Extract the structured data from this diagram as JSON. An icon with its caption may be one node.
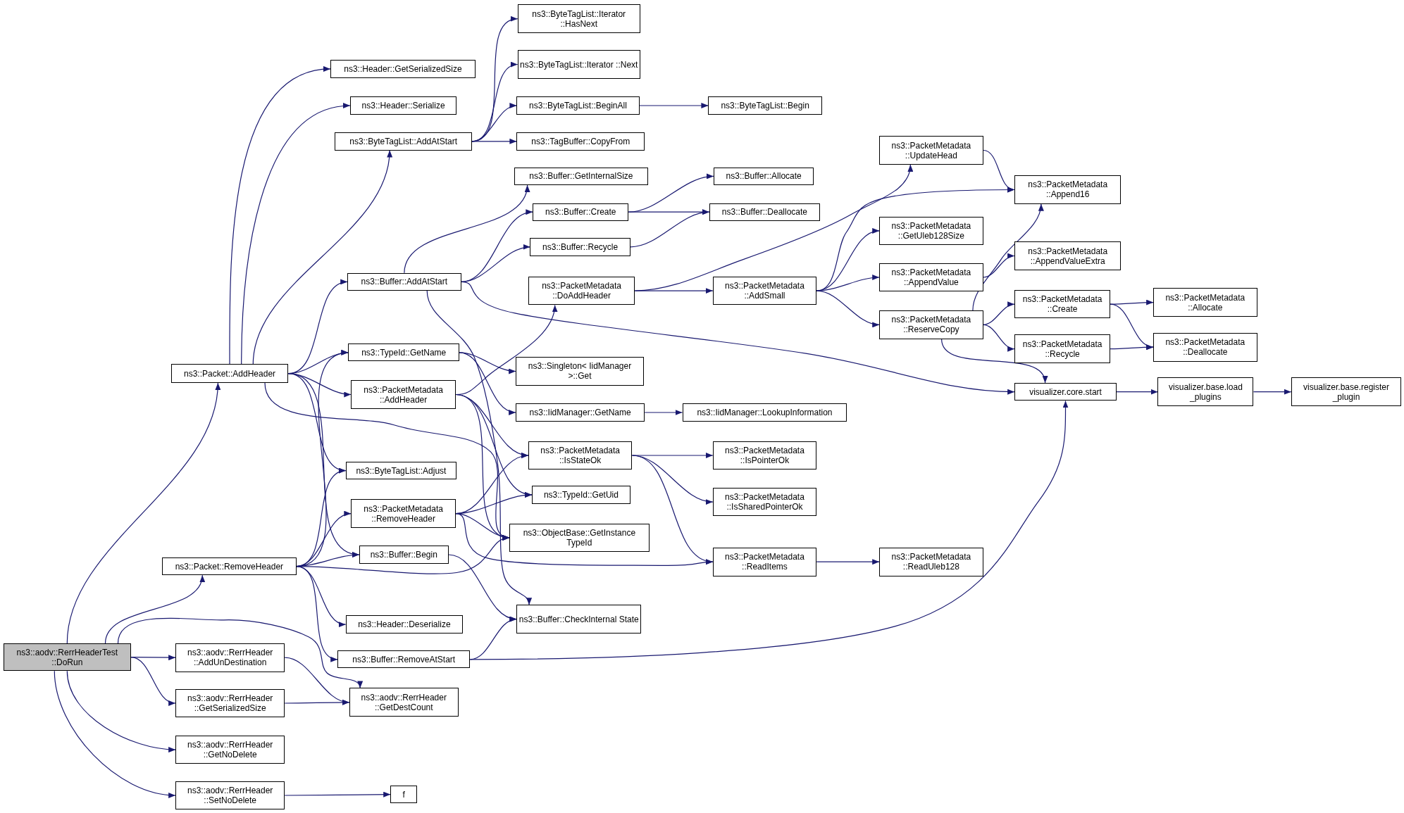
{
  "diagram": {
    "nodes": [
      {
        "text": [
          "ns3::aodv::RerrHeaderTest ::DoRun"
        ]
      },
      {
        "text": [
          "ns3::Packet::AddHeader"
        ]
      },
      {
        "text": [
          "ns3::Header::GetSerializedSize"
        ]
      },
      {
        "text": [
          "ns3::Header::Serialize"
        ]
      },
      {
        "text": [
          "ns3::ByteTagList::AddAtStart"
        ]
      },
      {
        "text": [
          "ns3::ByteTagList::Iterator ::HasNext"
        ]
      },
      {
        "text": [
          "ns3::ByteTagList::Iterator ::Next"
        ]
      },
      {
        "text": [
          "ns3::ByteTagList::BeginAll"
        ]
      },
      {
        "text": [
          "ns3::ByteTagList::Begin"
        ]
      },
      {
        "text": [
          "ns3::TagBuffer::CopyFrom"
        ]
      },
      {
        "text": [
          "ns3::Buffer::GetInternalSize"
        ]
      },
      {
        "text": [
          "ns3::Buffer::Allocate"
        ]
      },
      {
        "text": [
          "ns3::Buffer::Create"
        ]
      },
      {
        "text": [
          "ns3::Buffer::Deallocate"
        ]
      },
      {
        "text": [
          "ns3::Buffer::Recycle"
        ]
      },
      {
        "text": [
          "ns3::Buffer::AddAtStart"
        ]
      },
      {
        "text": [
          "ns3::PacketMetadata ::DoAddHeader"
        ]
      },
      {
        "text": [
          "ns3::PacketMetadata ::UpdateHead"
        ]
      },
      {
        "text": [
          "ns3::PacketMetadata ::Append16"
        ]
      },
      {
        "text": [
          "ns3::PacketMetadata ::GetUleb128Size"
        ]
      },
      {
        "text": [
          "ns3::PacketMetadata ::AppendValueExtra"
        ]
      },
      {
        "text": [
          "ns3::PacketMetadata ::AddSmall"
        ]
      },
      {
        "text": [
          "ns3::PacketMetadata ::AppendValue"
        ]
      },
      {
        "text": [
          "ns3::PacketMetadata ::ReserveCopy"
        ]
      },
      {
        "text": [
          "ns3::PacketMetadata ::Create"
        ]
      },
      {
        "text": [
          "ns3::PacketMetadata ::Allocate"
        ]
      },
      {
        "text": [
          "ns3::PacketMetadata ::Recycle"
        ]
      },
      {
        "text": [
          "ns3::PacketMetadata ::Deallocate"
        ]
      },
      {
        "text": [
          "visualizer.core.start"
        ]
      },
      {
        "text": [
          "visualizer.base.load _plugins"
        ]
      },
      {
        "text": [
          "visualizer.base.register _plugin"
        ]
      },
      {
        "text": [
          "ns3::TypeId::GetName"
        ]
      },
      {
        "text": [
          "ns3::Singleton< IidManager >::Get"
        ]
      },
      {
        "text": [
          "ns3::PacketMetadata ::AddHeader"
        ]
      },
      {
        "text": [
          "ns3::IidManager::GetName"
        ]
      },
      {
        "text": [
          "ns3::IidManager::LookupInformation"
        ]
      },
      {
        "text": [
          "ns3::PacketMetadata ::IsStateOk"
        ]
      },
      {
        "text": [
          "ns3::PacketMetadata ::IsPointerOk"
        ]
      },
      {
        "text": [
          "ns3::PacketMetadata ::IsSharedPointerOk"
        ]
      },
      {
        "text": [
          "ns3::ByteTagList::Adjust"
        ]
      },
      {
        "text": [
          "ns3::PacketMetadata ::RemoveHeader"
        ]
      },
      {
        "text": [
          "ns3::TypeId::GetUid"
        ]
      },
      {
        "text": [
          "ns3::ObjectBase::GetInstance TypeId"
        ]
      },
      {
        "text": [
          "ns3::Packet::RemoveHeader"
        ]
      },
      {
        "text": [
          "ns3::Buffer::Begin"
        ]
      },
      {
        "text": [
          "ns3::PacketMetadata ::ReadItems"
        ]
      },
      {
        "text": [
          "ns3::PacketMetadata ::ReadUleb128"
        ]
      },
      {
        "text": [
          "ns3::Header::Deserialize"
        ]
      },
      {
        "text": [
          "ns3::Buffer::CheckInternal State"
        ]
      },
      {
        "text": [
          "ns3::Buffer::RemoveAtStart"
        ]
      },
      {
        "text": [
          "ns3::aodv::RerrHeader ::AddUnDestination"
        ]
      },
      {
        "text": [
          "ns3::aodv::RerrHeader ::GetDestCount"
        ]
      },
      {
        "text": [
          "ns3::aodv::RerrHeader ::GetSerializedSize"
        ]
      },
      {
        "text": [
          "ns3::aodv::RerrHeader ::GetNoDelete"
        ]
      },
      {
        "text": [
          "ns3::aodv::RerrHeader ::SetNoDelete"
        ]
      },
      {
        "text": [
          "f"
        ]
      }
    ],
    "edges": [
      {
        "from": 0,
        "to": 1,
        "arrow": "to"
      },
      {
        "from": 0,
        "to": 43,
        "arrow": "to"
      },
      {
        "from": 0,
        "to": 51,
        "arrow": "to"
      },
      {
        "from": 0,
        "to": 50,
        "arrow": "to"
      },
      {
        "from": 0,
        "to": 52,
        "arrow": "to"
      },
      {
        "from": 0,
        "to": 53,
        "arrow": "to"
      },
      {
        "from": 0,
        "to": 54,
        "arrow": "to"
      },
      {
        "from": 1,
        "to": 2,
        "arrow": "to"
      },
      {
        "from": 1,
        "to": 3,
        "arrow": "to"
      },
      {
        "from": 1,
        "to": 4,
        "arrow": "to"
      },
      {
        "from": 1,
        "to": 15,
        "arrow": "to"
      },
      {
        "from": 1,
        "to": 31,
        "arrow": "to"
      },
      {
        "from": 1,
        "to": 33,
        "arrow": "to"
      },
      {
        "from": 1,
        "to": 39,
        "arrow": "to"
      },
      {
        "from": 1,
        "to": 44,
        "arrow": "to"
      },
      {
        "from": 1,
        "to": 42,
        "arrow": "to"
      },
      {
        "from": 4,
        "to": 5,
        "arrow": "to"
      },
      {
        "from": 4,
        "to": 6,
        "arrow": "to"
      },
      {
        "from": 4,
        "to": 7,
        "arrow": "to"
      },
      {
        "from": 4,
        "to": 9,
        "arrow": "to"
      },
      {
        "from": 7,
        "to": 8,
        "arrow": "to"
      },
      {
        "from": 15,
        "to": 10,
        "arrow": "to"
      },
      {
        "from": 15,
        "to": 12,
        "arrow": "to"
      },
      {
        "from": 15,
        "to": 14,
        "arrow": "to"
      },
      {
        "from": 15,
        "to": 28,
        "arrow": "to"
      },
      {
        "from": 15,
        "to": 48,
        "arrow": "to"
      },
      {
        "from": 12,
        "to": 11,
        "arrow": "to"
      },
      {
        "from": 12,
        "to": 13,
        "arrow": "to"
      },
      {
        "from": 14,
        "to": 13,
        "arrow": "to"
      },
      {
        "from": 16,
        "to": 17,
        "arrow": "to"
      },
      {
        "from": 16,
        "to": 21,
        "arrow": "to"
      },
      {
        "from": 21,
        "to": 18,
        "arrow": "to"
      },
      {
        "from": 21,
        "to": 19,
        "arrow": "to"
      },
      {
        "from": 21,
        "to": 22,
        "arrow": "to"
      },
      {
        "from": 21,
        "to": 23,
        "arrow": "to"
      },
      {
        "from": 17,
        "to": 18,
        "arrow": "to"
      },
      {
        "from": 22,
        "to": 20,
        "arrow": "to"
      },
      {
        "from": 23,
        "to": 18,
        "arrow": "to"
      },
      {
        "from": 23,
        "to": 24,
        "arrow": "to"
      },
      {
        "from": 23,
        "to": 26,
        "arrow": "to"
      },
      {
        "from": 23,
        "to": 28,
        "arrow": "to"
      },
      {
        "from": 24,
        "to": 25,
        "arrow": "to"
      },
      {
        "from": 24,
        "to": 27,
        "arrow": "to"
      },
      {
        "from": 26,
        "to": 27,
        "arrow": "to"
      },
      {
        "from": 28,
        "to": 29,
        "arrow": "to"
      },
      {
        "from": 29,
        "to": 30,
        "arrow": "to"
      },
      {
        "from": 31,
        "to": 32,
        "arrow": "to"
      },
      {
        "from": 31,
        "to": 34,
        "arrow": "to"
      },
      {
        "from": 34,
        "to": 35,
        "arrow": "to"
      },
      {
        "from": 33,
        "to": 16,
        "arrow": "to"
      },
      {
        "from": 33,
        "to": 36,
        "arrow": "to"
      },
      {
        "from": 33,
        "to": 41,
        "arrow": "to"
      },
      {
        "from": 33,
        "to": 42,
        "arrow": "to"
      },
      {
        "from": 36,
        "to": 37,
        "arrow": "to"
      },
      {
        "from": 36,
        "to": 38,
        "arrow": "to"
      },
      {
        "from": 36,
        "to": 45,
        "arrow": "to"
      },
      {
        "from": 40,
        "to": 36,
        "arrow": "to"
      },
      {
        "from": 40,
        "to": 41,
        "arrow": "to"
      },
      {
        "from": 40,
        "to": 42,
        "arrow": "to"
      },
      {
        "from": 40,
        "to": 45,
        "arrow": "to"
      },
      {
        "from": 45,
        "to": 46,
        "arrow": "to"
      },
      {
        "from": 43,
        "to": 31,
        "arrow": "to"
      },
      {
        "from": 43,
        "to": 39,
        "arrow": "to"
      },
      {
        "from": 43,
        "to": 40,
        "arrow": "to"
      },
      {
        "from": 43,
        "to": 44,
        "arrow": "to"
      },
      {
        "from": 43,
        "to": 42,
        "arrow": "to"
      },
      {
        "from": 43,
        "to": 47,
        "arrow": "to"
      },
      {
        "from": 43,
        "to": 49,
        "arrow": "to"
      },
      {
        "from": 44,
        "to": 48,
        "arrow": "to"
      },
      {
        "from": 49,
        "to": 48,
        "arrow": "to"
      },
      {
        "from": 49,
        "to": 28,
        "arrow": "to"
      },
      {
        "from": 50,
        "to": 51,
        "arrow": "to"
      },
      {
        "from": 52,
        "to": 51,
        "arrow": "to"
      },
      {
        "from": 54,
        "to": 55,
        "arrow": "to"
      }
    ]
  }
}
